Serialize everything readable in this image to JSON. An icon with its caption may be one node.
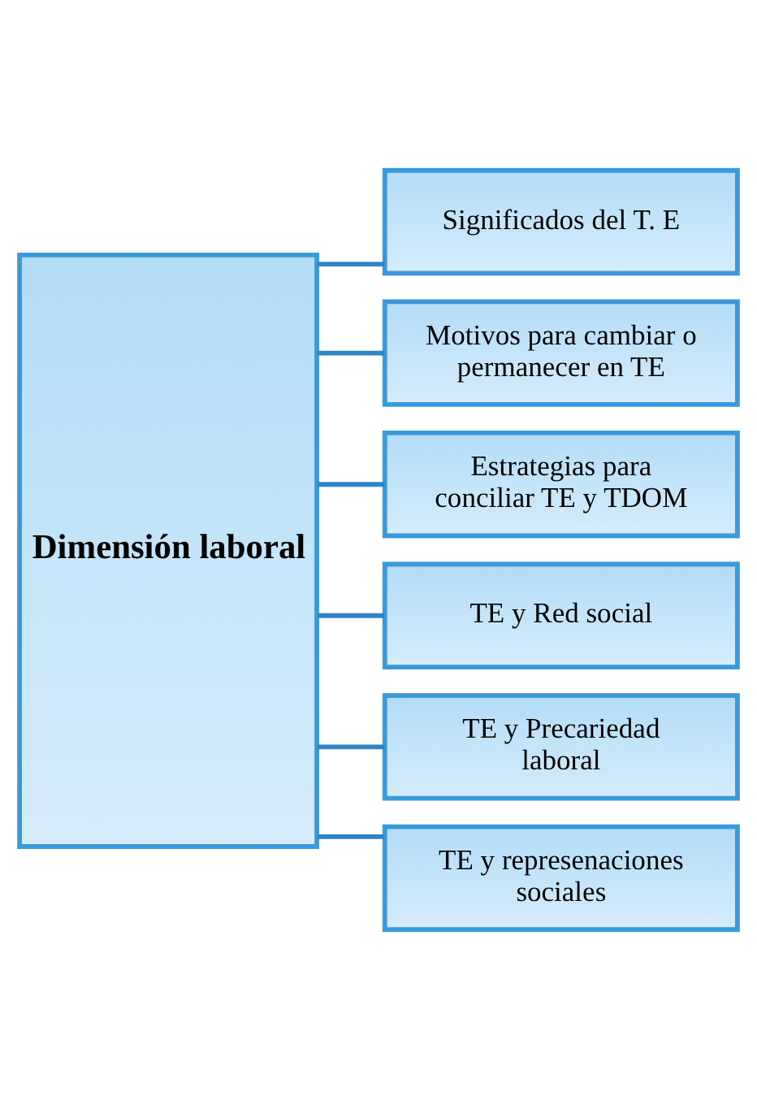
{
  "diagram": {
    "nodes": [
      {
        "text": [
          "Dimensión laboral"
        ]
      },
      {
        "text": [
          "Significados del T. E"
        ]
      },
      {
        "text": [
          "Motivos para cambiar o permanecer en TE"
        ]
      },
      {
        "text": [
          "Estrategias para conciliar TE y TDOM"
        ]
      },
      {
        "text": [
          "TE y Red social"
        ]
      },
      {
        "text": [
          "TE y Precariedad laboral"
        ]
      },
      {
        "text": [
          "TE y represenaciones sociales"
        ]
      }
    ],
    "edges": [
      {
        "from": 0,
        "to": 1,
        "arrow": "none"
      },
      {
        "from": 0,
        "to": 2,
        "arrow": "none"
      },
      {
        "from": 0,
        "to": 3,
        "arrow": "none"
      },
      {
        "from": 0,
        "to": 4,
        "arrow": "none"
      },
      {
        "from": 0,
        "to": 5,
        "arrow": "none"
      },
      {
        "from": 0,
        "to": 6,
        "arrow": "none"
      }
    ]
  }
}
